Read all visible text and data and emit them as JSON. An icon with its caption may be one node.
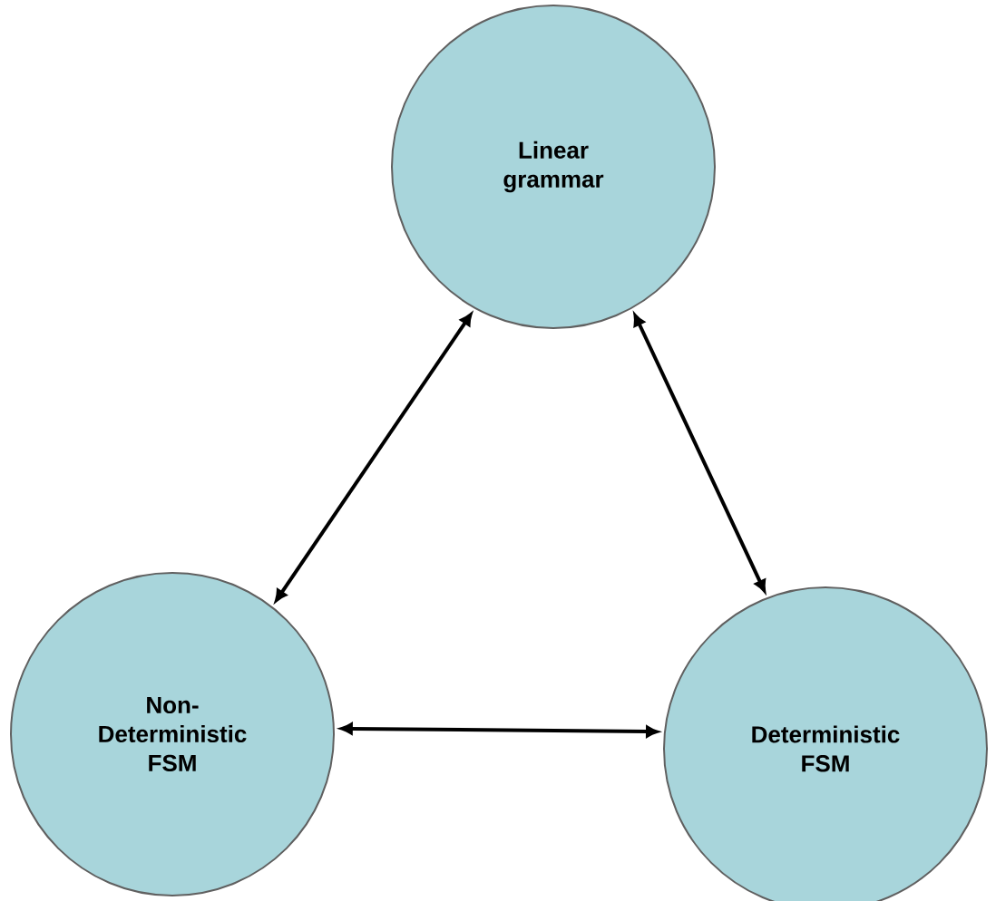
{
  "diagram": {
    "nodes": [
      {
        "text": [
          "Linear grammar"
        ]
      },
      {
        "text": [
          "Non-Deterministic FSM"
        ]
      },
      {
        "text": [
          "Deterministic FSM"
        ]
      }
    ],
    "edges": [
      {
        "from": 0,
        "to": 1,
        "arrow": "both"
      },
      {
        "from": 0,
        "to": 2,
        "arrow": "both"
      },
      {
        "from": 1,
        "to": 2,
        "arrow": "both"
      }
    ]
  }
}
